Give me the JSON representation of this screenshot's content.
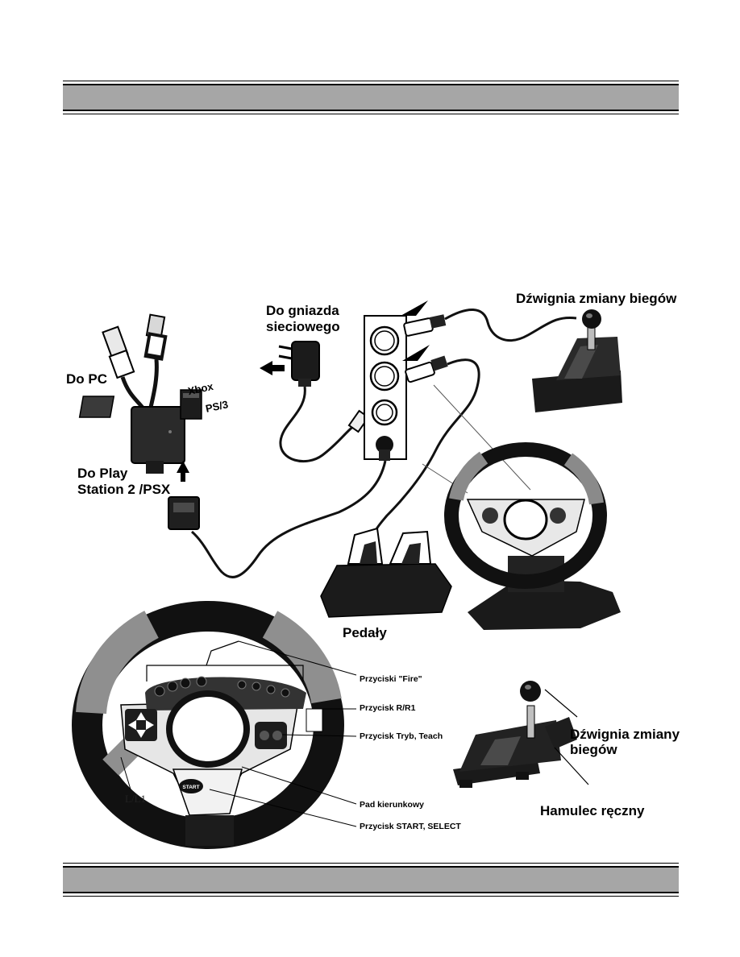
{
  "labels": {
    "do_pc": "Do PC",
    "xbox": "Xbox",
    "ps3": "PS/3",
    "do_play_line1": "Do Play",
    "do_play_line2": "Station 2 /PSX",
    "socket_line1": "Do gniazda",
    "socket_line2": "sieciowego",
    "gear_lever_top": "Dźwignia zmiany biegów",
    "pedals": "Pedały",
    "fire_buttons": "Przyciski \"Fire\"",
    "rr1_button": "Przycisk R/R1",
    "mode_teach_button": "Przycisk Tryb, Teach",
    "ll1": "L/L1",
    "dpad": "Pad kierunkowy",
    "start_select": "Przycisk START, SELECT",
    "gear_lever_line1": "Dźwignia zmiany",
    "gear_lever_line2": "biegów",
    "handbrake": "Hamulec ręczny",
    "start_emblem": "START"
  }
}
